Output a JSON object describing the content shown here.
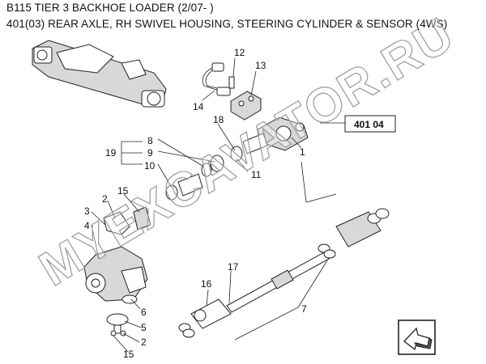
{
  "header": {
    "title": "B115 TIER 3 BACKHOE LOADER (2/07- )",
    "subtitle": "401(03) REAR AXLE, RH SWIVEL HOUSING, STEERING CYLINDER & SENSOR (4WS)"
  },
  "callouts": [
    "12",
    "13",
    "14",
    "18",
    "1",
    "8",
    "9",
    "10",
    "19",
    "11",
    "15",
    "2",
    "3",
    "4",
    "6",
    "5",
    "2",
    "15",
    "16",
    "17",
    "7"
  ],
  "reference": {
    "label": "401 04"
  },
  "watermark": {
    "text": "MYEXCAVATOR.RU"
  },
  "icons": {
    "nav": "next-page-arrow-icon"
  },
  "colors": {
    "ink": "#222222",
    "watermark": "#9a9a9a",
    "background": "#ffffff"
  }
}
